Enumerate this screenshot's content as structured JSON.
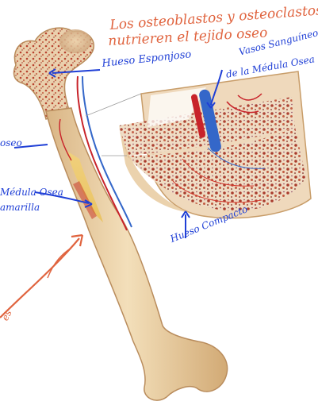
{
  "annotations": {
    "title_line1": "Los osteoblastos y osteoclastos",
    "title_line2": "nutrieren el tejido oseo",
    "hueso_esponjoso": "Hueso Esponjoso",
    "vasos_line1": "Vasos Sanguíneos",
    "vasos_line2": "de la Médula Osea",
    "left_oseo": "oseo",
    "left_medula_line1": "Médula Osea",
    "left_medula_line2": "amarilla",
    "hueso_compacto": "Hueso Compacto",
    "left_red_text": "es"
  },
  "colors": {
    "handwriting_red": "#e0643f",
    "handwriting_blue": "#1f3fd6",
    "bone_beige": "#e9cda0",
    "vessel_red": "#c8232a",
    "vessel_blue": "#3467c9"
  }
}
